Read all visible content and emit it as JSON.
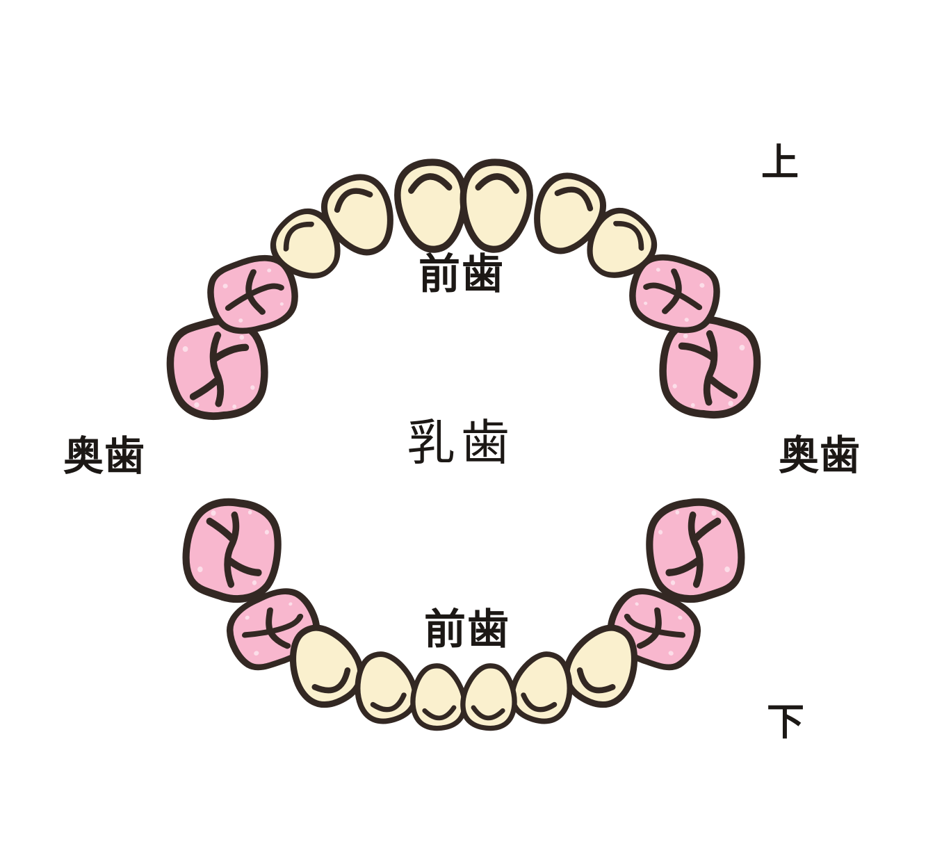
{
  "figure": {
    "title_center": "乳歯",
    "labels": {
      "arch_upper": "上",
      "arch_lower": "下",
      "front_teeth_upper": "前歯",
      "front_teeth_lower": "前歯",
      "back_teeth_left": "奥歯",
      "back_teeth_right": "奥歯"
    },
    "colors": {
      "front_tooth_fill": "#FAF0CE",
      "molar_fill": "#F8B7CE",
      "outline": "#332823",
      "text": "#1C1815",
      "background": "#FFFFFF"
    },
    "teeth_summary": {
      "total_teeth": 20,
      "upper_teeth": 10,
      "lower_teeth": 10,
      "front_teeth_per_arch": 6,
      "molars_per_arch": 4
    }
  }
}
